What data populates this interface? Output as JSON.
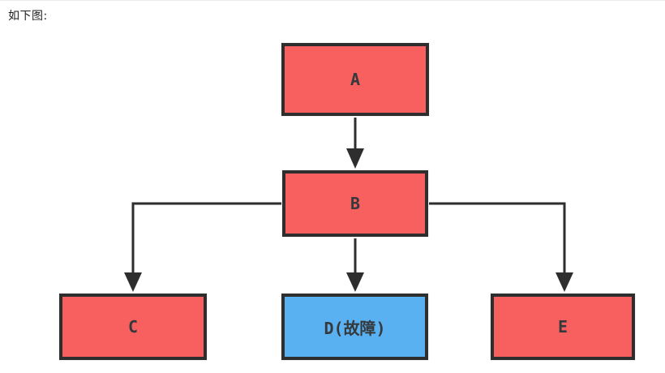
{
  "page": {
    "intro_text": "如下图:"
  },
  "colors": {
    "line": "#2e2e2e",
    "border": "#2e2e2e",
    "node_red": "#f7605f",
    "node_fault_blue": "#59b1f2",
    "label_text": "#36393b",
    "background": "#ffffff"
  },
  "diagram": {
    "nodes": [
      {
        "id": "A",
        "label": "A",
        "state": "normal",
        "color": "#f7605f"
      },
      {
        "id": "B",
        "label": "B",
        "state": "normal",
        "color": "#f7605f"
      },
      {
        "id": "C",
        "label": "C",
        "state": "normal",
        "color": "#f7605f"
      },
      {
        "id": "D",
        "label": "D(故障)",
        "state": "fault",
        "color": "#59b1f2"
      },
      {
        "id": "E",
        "label": "E",
        "state": "normal",
        "color": "#f7605f"
      }
    ],
    "edges": [
      {
        "from": "A",
        "to": "B"
      },
      {
        "from": "B",
        "to": "C"
      },
      {
        "from": "B",
        "to": "D"
      },
      {
        "from": "B",
        "to": "E"
      }
    ]
  }
}
